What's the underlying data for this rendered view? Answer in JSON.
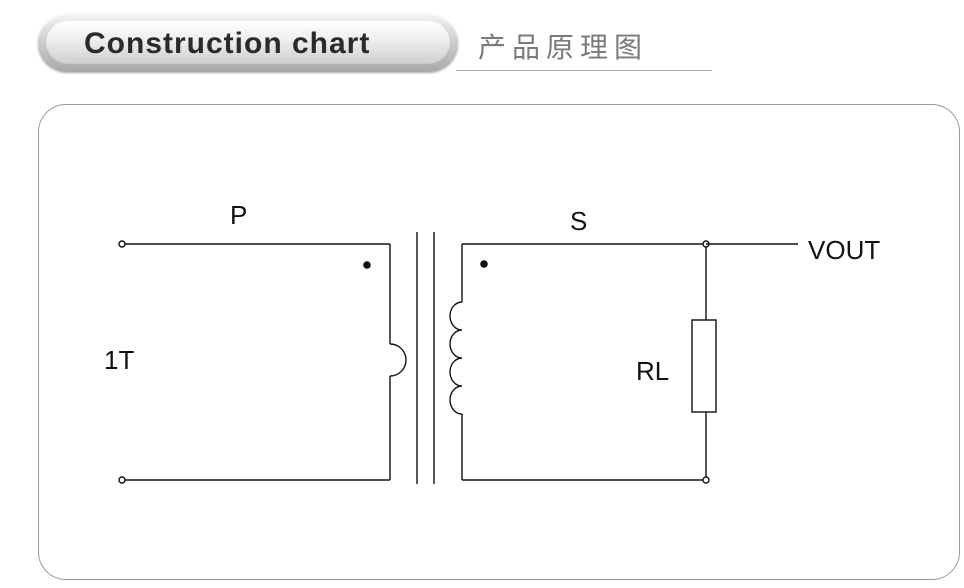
{
  "header": {
    "title": "Construction chart",
    "subtitle": "产品原理图"
  },
  "diagram": {
    "primary_label": "P",
    "secondary_label": "S",
    "turns_label": "1T",
    "load_label": "RL",
    "output_label": "VOUT"
  },
  "colors": {
    "line": "#111111",
    "frame_border": "#9a9a9a",
    "subtitle": "#7a7a7a"
  }
}
